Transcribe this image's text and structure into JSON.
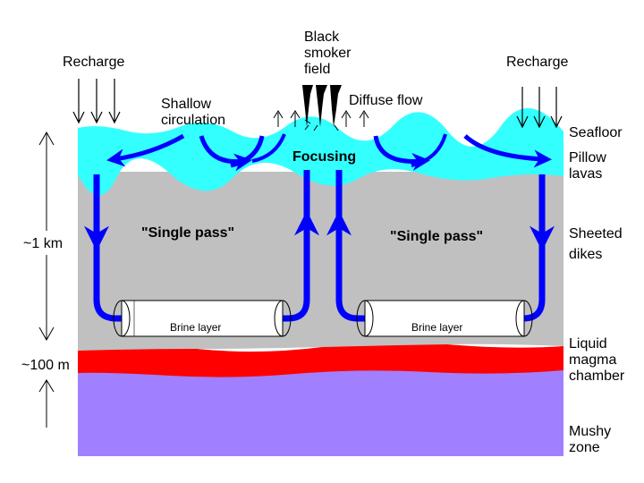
{
  "diagram": {
    "labels": {
      "recharge_left": "Recharge",
      "recharge_right": "Recharge",
      "black_smoker_1": "Black",
      "black_smoker_2": "smoker",
      "black_smoker_3": "field",
      "shallow_1": "Shallow",
      "shallow_2": "circulation",
      "diffuse_flow": "Diffuse flow",
      "focusing": "Focusing",
      "single_pass_left": "\"Single pass\"",
      "single_pass_right": "\"Single pass\"",
      "brine_left": "Brine layer",
      "brine_right": "Brine layer",
      "depth_1km": "~1 km",
      "depth_100m": "~100 m",
      "seafloor": "Seafloor",
      "pillow_1": "Pillow",
      "pillow_2": "lavas",
      "sheeted_1": "Sheeted",
      "sheeted_2": "dikes",
      "magma_1": "Liquid",
      "magma_2": "magma",
      "magma_3": "chamber",
      "mushy_1": "Mushy",
      "mushy_2": "zone"
    },
    "colors": {
      "pillow_lavas": "#33ffff",
      "sheeted_dikes": "#c0c0c0",
      "magma_chamber": "#ff0000",
      "mushy_zone": "#a080ff",
      "flow_arrows": "#0000ff",
      "brine_layer": "#ffffff"
    }
  }
}
